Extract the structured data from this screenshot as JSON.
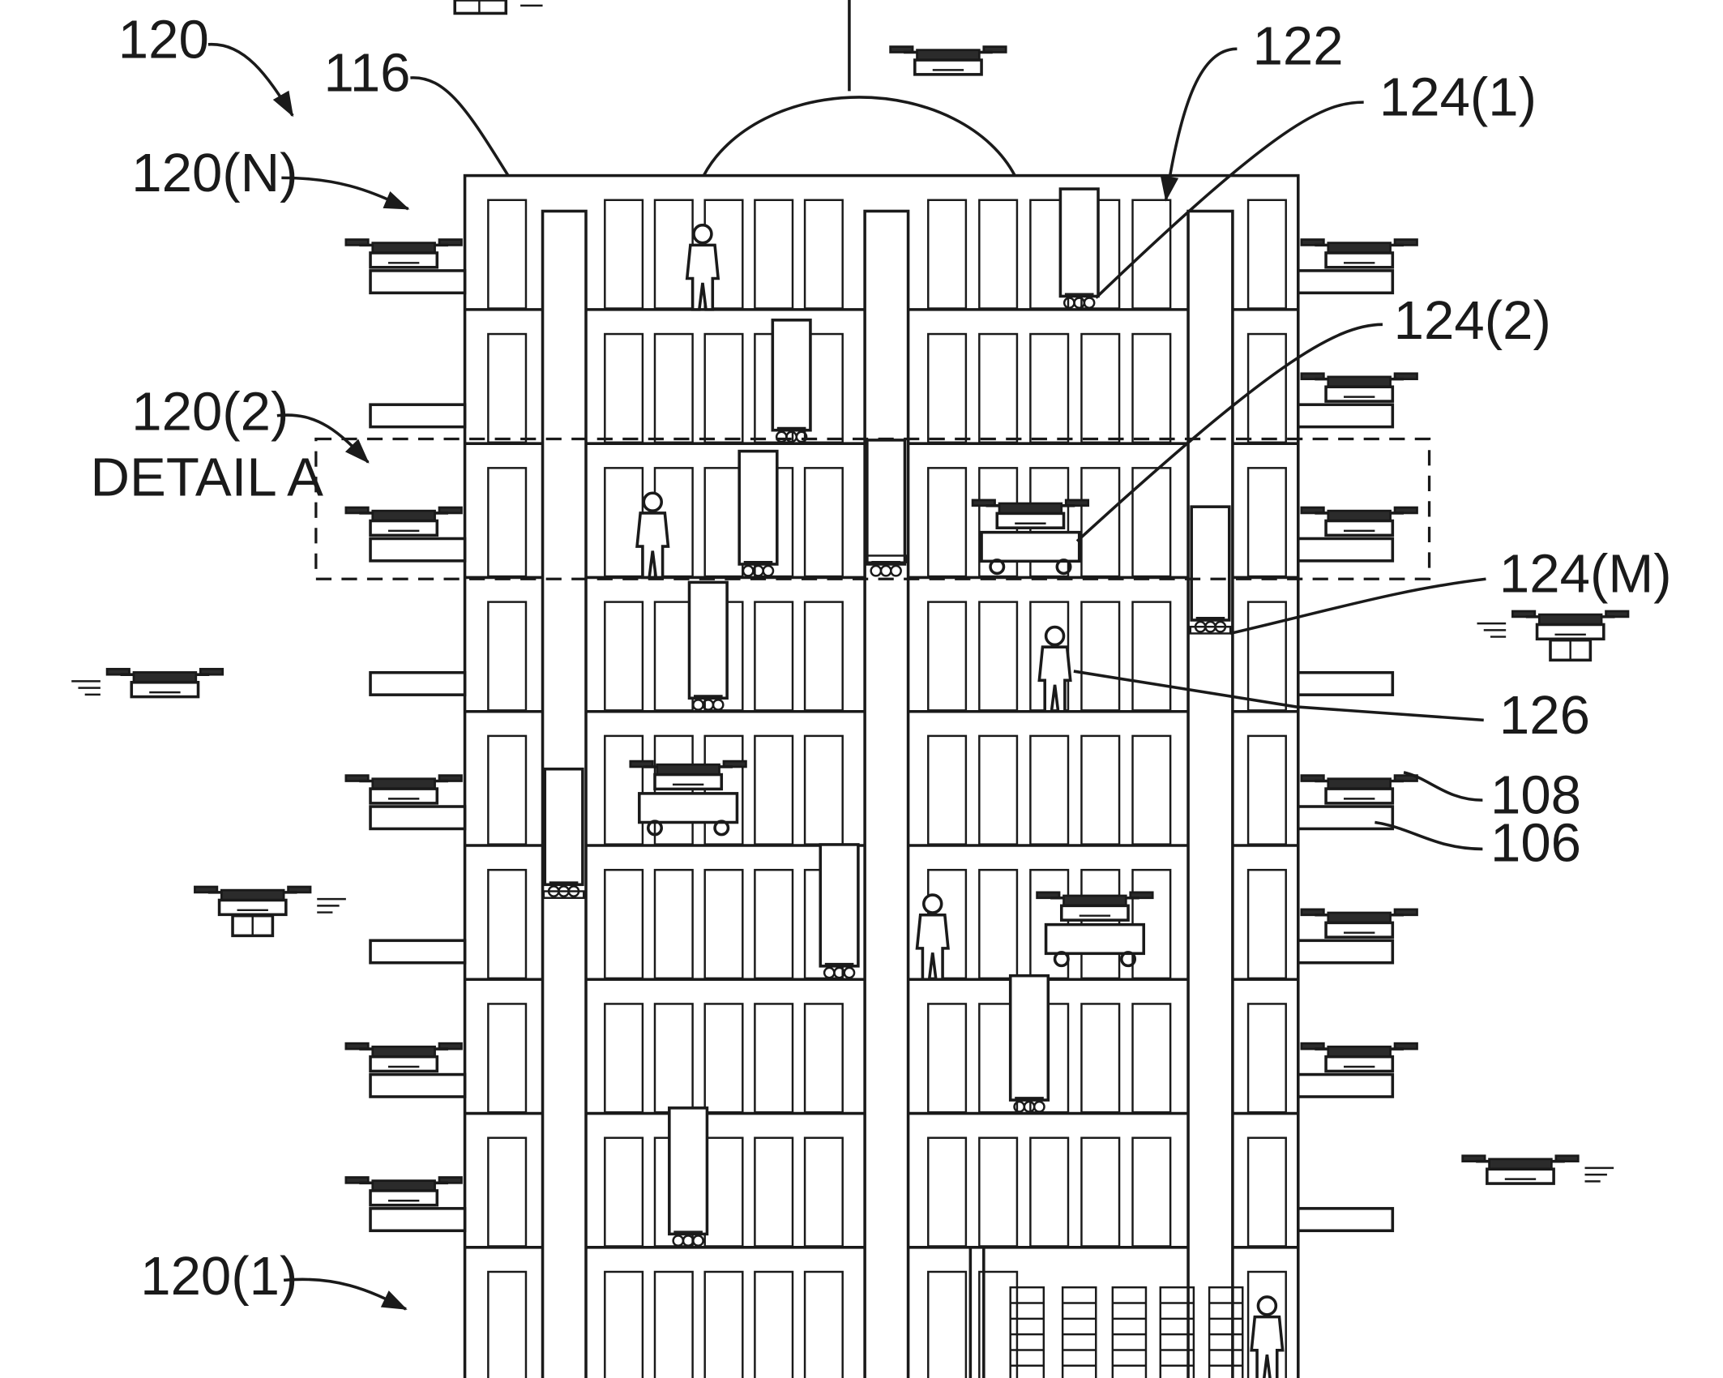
{
  "labels": {
    "fig_ref": "120",
    "roof": "116",
    "elevator": "122",
    "robot_1": "124(1)",
    "robot_2": "124(2)",
    "robot_m": "124(M)",
    "level_n": "120(N)",
    "level_2": "120(2)",
    "detail": "DETAIL A",
    "person": "126",
    "uav": "108",
    "landing_pad": "106",
    "level_1": "120(1)"
  },
  "icons": [
    "uav-icon",
    "robot-icon",
    "person-icon",
    "package-icon",
    "motion-lines-icon",
    "antenna-icon"
  ],
  "building": {
    "floors": 9
  }
}
